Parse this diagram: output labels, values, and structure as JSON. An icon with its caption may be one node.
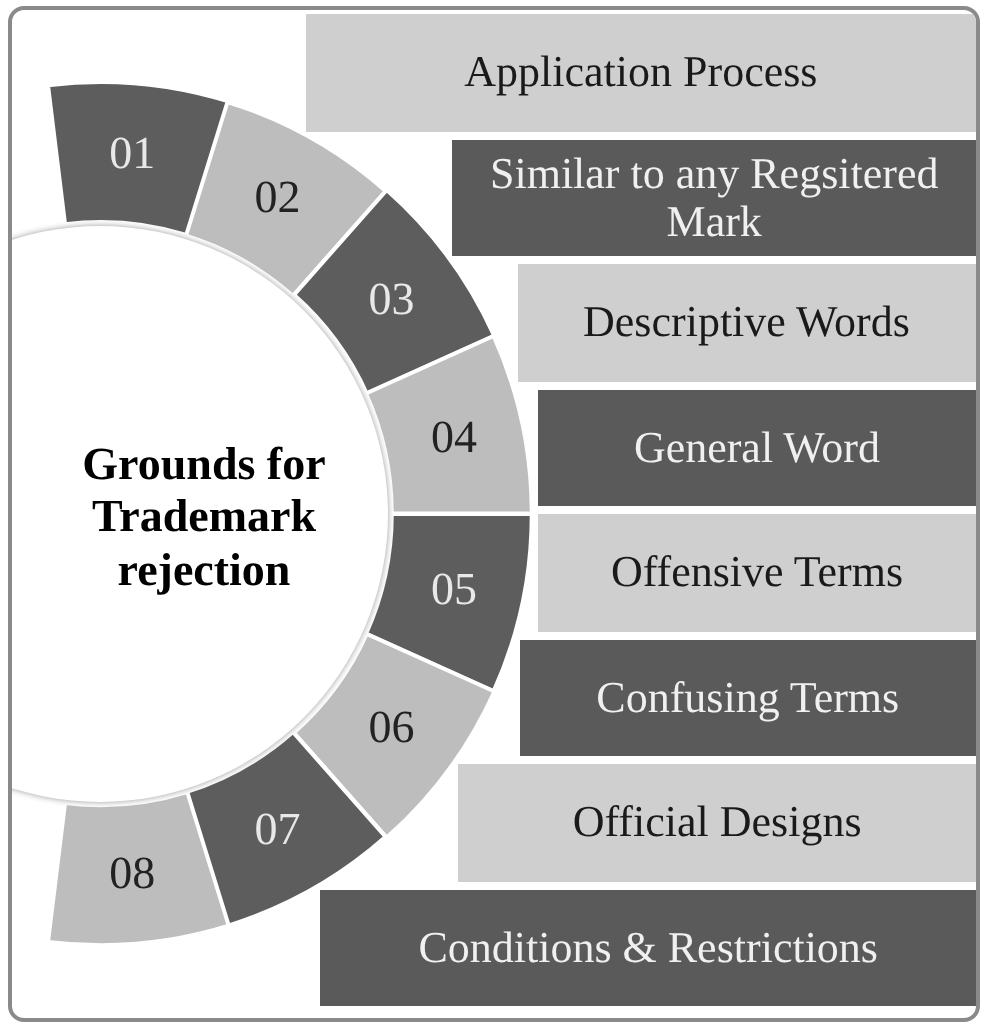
{
  "diagram": {
    "nodes": [
      {
        "text": [
          "Grounds for Trademark rejection"
        ]
      },
      {
        "text": [
          "01"
        ]
      },
      {
        "text": [
          "Application Process"
        ]
      },
      {
        "text": [
          "02"
        ]
      },
      {
        "text": [
          "Similar to any Regsitered Mark"
        ]
      },
      {
        "text": [
          "03"
        ]
      },
      {
        "text": [
          "Descriptive Words"
        ]
      },
      {
        "text": [
          "04"
        ]
      },
      {
        "text": [
          "General Word"
        ]
      },
      {
        "text": [
          "05"
        ]
      },
      {
        "text": [
          "Offensive Terms"
        ]
      },
      {
        "text": [
          "06"
        ]
      },
      {
        "text": [
          "Confusing Terms"
        ]
      },
      {
        "text": [
          "07"
        ]
      },
      {
        "text": [
          "Official Designs"
        ]
      },
      {
        "text": [
          "08"
        ]
      },
      {
        "text": [
          "Conditions & Restrictions"
        ]
      }
    ]
  }
}
